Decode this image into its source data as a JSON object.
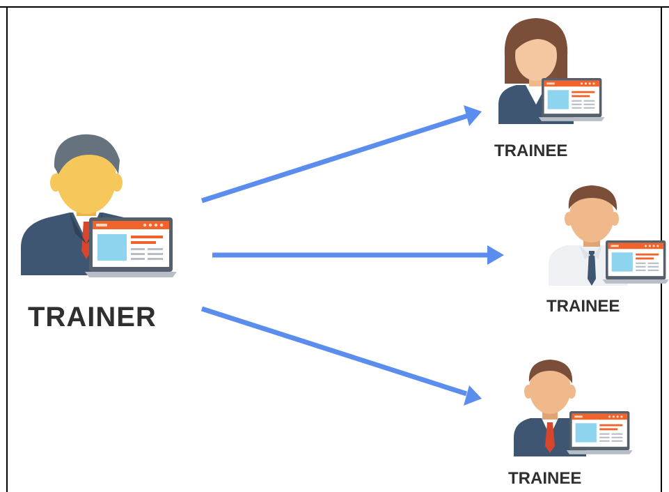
{
  "trainer": {
    "label": "TRAINER"
  },
  "trainees": [
    {
      "label": "TRAINEE",
      "person": "woman-with-laptop-icon"
    },
    {
      "label": "TRAINEE",
      "person": "man-white-shirt-with-laptop-icon"
    },
    {
      "label": "TRAINEE",
      "person": "man-suit-red-tie-with-laptop-icon"
    }
  ],
  "colors": {
    "arrow": "#5b8def",
    "skin": "#f6c75a",
    "suit": "#3f5673",
    "laptop_header": "#f0642c",
    "laptop_screen": "#8fd4ef",
    "text": "#2f2f2f"
  }
}
